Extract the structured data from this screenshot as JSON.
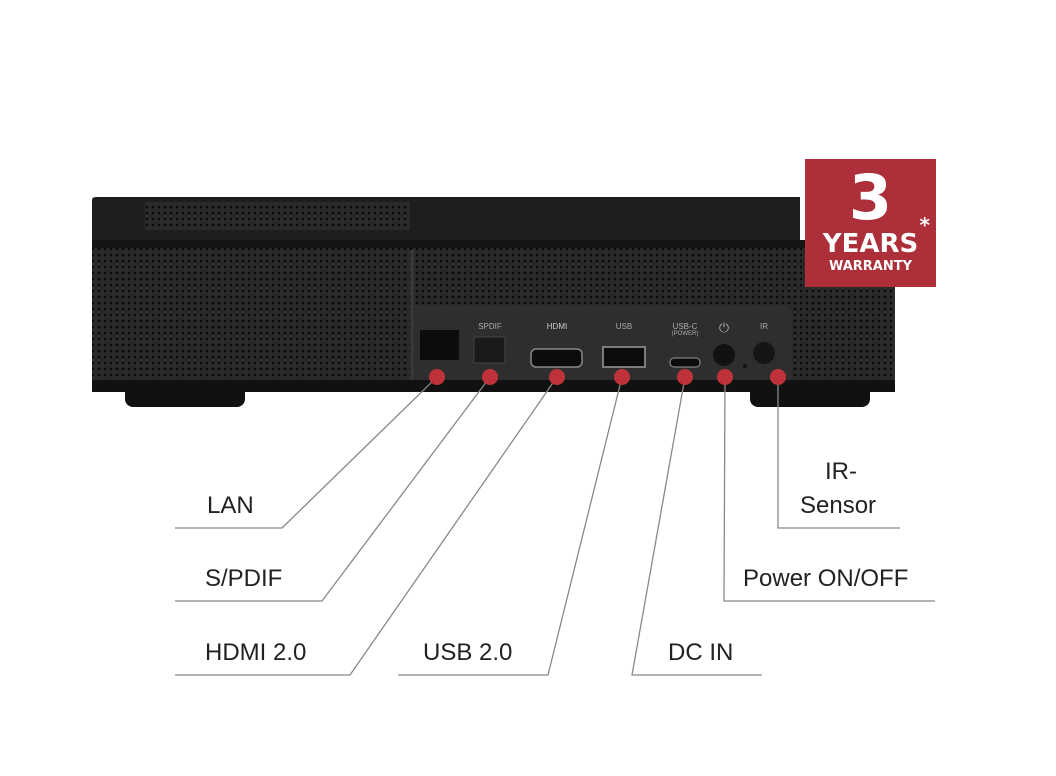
{
  "badge": {
    "number": "3",
    "years": "YEARS",
    "warranty": "WARRANTY",
    "asterisk": "*",
    "color": "#ac2f3a"
  },
  "ports": {
    "spdif": "SPDIF",
    "hdmi": "HDMI",
    "usb": "USB",
    "usbc": "USB-C",
    "usbc_sub": "(POWER)",
    "power": "⏻",
    "ir": "IR"
  },
  "callouts": {
    "lan": "LAN",
    "spdif": "S/PDIF",
    "hdmi": "HDMI 2.0",
    "usb": "USB 2.0",
    "dc": "DC IN",
    "power": "Power ON/OFF",
    "ir_1": "IR-",
    "ir_2": "Sensor"
  },
  "dot_color": "#c0323a"
}
